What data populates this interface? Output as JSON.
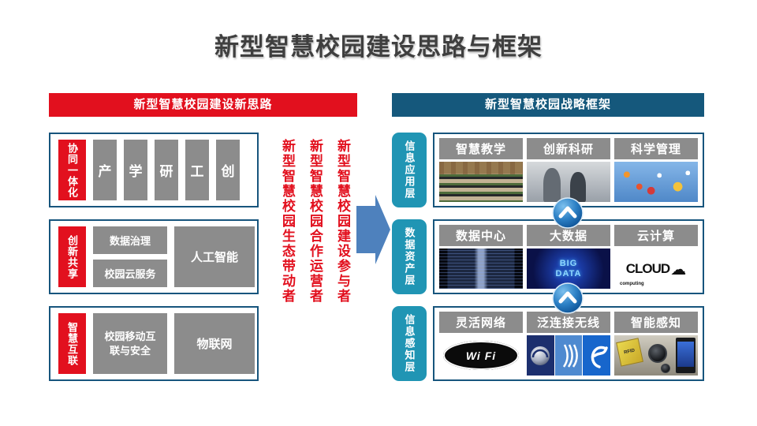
{
  "slide": {
    "title": "新型智慧校园建设思路与框架"
  },
  "left": {
    "header": "新型智慧校园建设新思路",
    "row1": {
      "label": "协同一体化",
      "items": [
        "产",
        "学",
        "研",
        "工",
        "创"
      ]
    },
    "row2": {
      "label": "创新共享",
      "top_item": "数据治理",
      "bottom_item": "校园云服务",
      "right_item": "人工智能"
    },
    "row3": {
      "label": "智慧互联",
      "left_item": "校园移动互联与安全",
      "right_item": "物联网"
    }
  },
  "middle": {
    "texts": [
      "新型智慧校园生态带动者",
      "新型智慧校园合作运营者",
      "新型智慧校园建设参与者"
    ]
  },
  "right": {
    "header": "新型智慧校园战略框架",
    "layer1": {
      "label": "信息应用层",
      "col1": "智慧教学",
      "col2": "创新科研",
      "col3": "科学管理"
    },
    "layer2": {
      "label": "数据资产层",
      "col1": "数据中心",
      "col2": "大数据",
      "col3": "云计算",
      "bigdata_text": "BIG DATA",
      "cloud_text": "CLOUD",
      "cloud_icon": "☁",
      "cloud_subtext": "computing"
    },
    "layer3": {
      "label": "信息感知层",
      "col1": "灵活网络",
      "col2": "泛连接无线",
      "col3": "智能感知",
      "wifi_text": "Wi Fi",
      "rfid_text": "RFID"
    }
  },
  "colors": {
    "title_gray": "#3f3f3f",
    "red": "#E2101E",
    "dark_blue_header": "#15587C",
    "layer_label_teal": "#2095B4",
    "box_gray": "#8C8C8C",
    "border_blue": "#17557D",
    "arrow_blue": "#4E81BD"
  }
}
